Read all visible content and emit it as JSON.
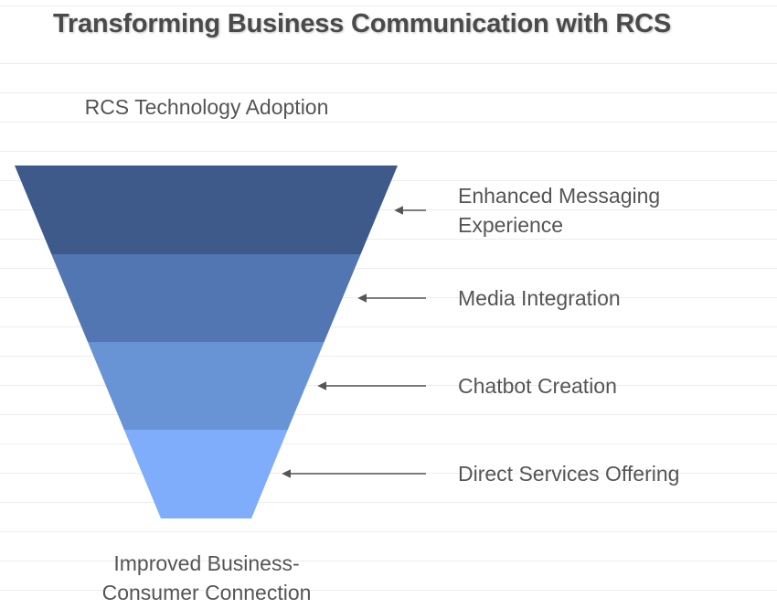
{
  "title": "Transforming Business Communication with RCS",
  "top_label": "RCS Technology Adoption",
  "bottom_label": {
    "line1": "Improved Business-",
    "line2": "Consumer Connection"
  },
  "stages": [
    {
      "label_lines": [
        "Enhanced Messaging",
        "Experience"
      ],
      "color": "#3E5A8A"
    },
    {
      "label_lines": [
        "Media Integration"
      ],
      "color": "#5276B2"
    },
    {
      "label_lines": [
        "Chatbot Creation"
      ],
      "color": "#6894D6"
    },
    {
      "label_lines": [
        "Direct Services Offering"
      ],
      "color": "#7FADFB"
    }
  ],
  "colors": {
    "text": "#555555",
    "title": "#4a4a4a",
    "arrow": "#555555",
    "gridline": "#ededed"
  }
}
